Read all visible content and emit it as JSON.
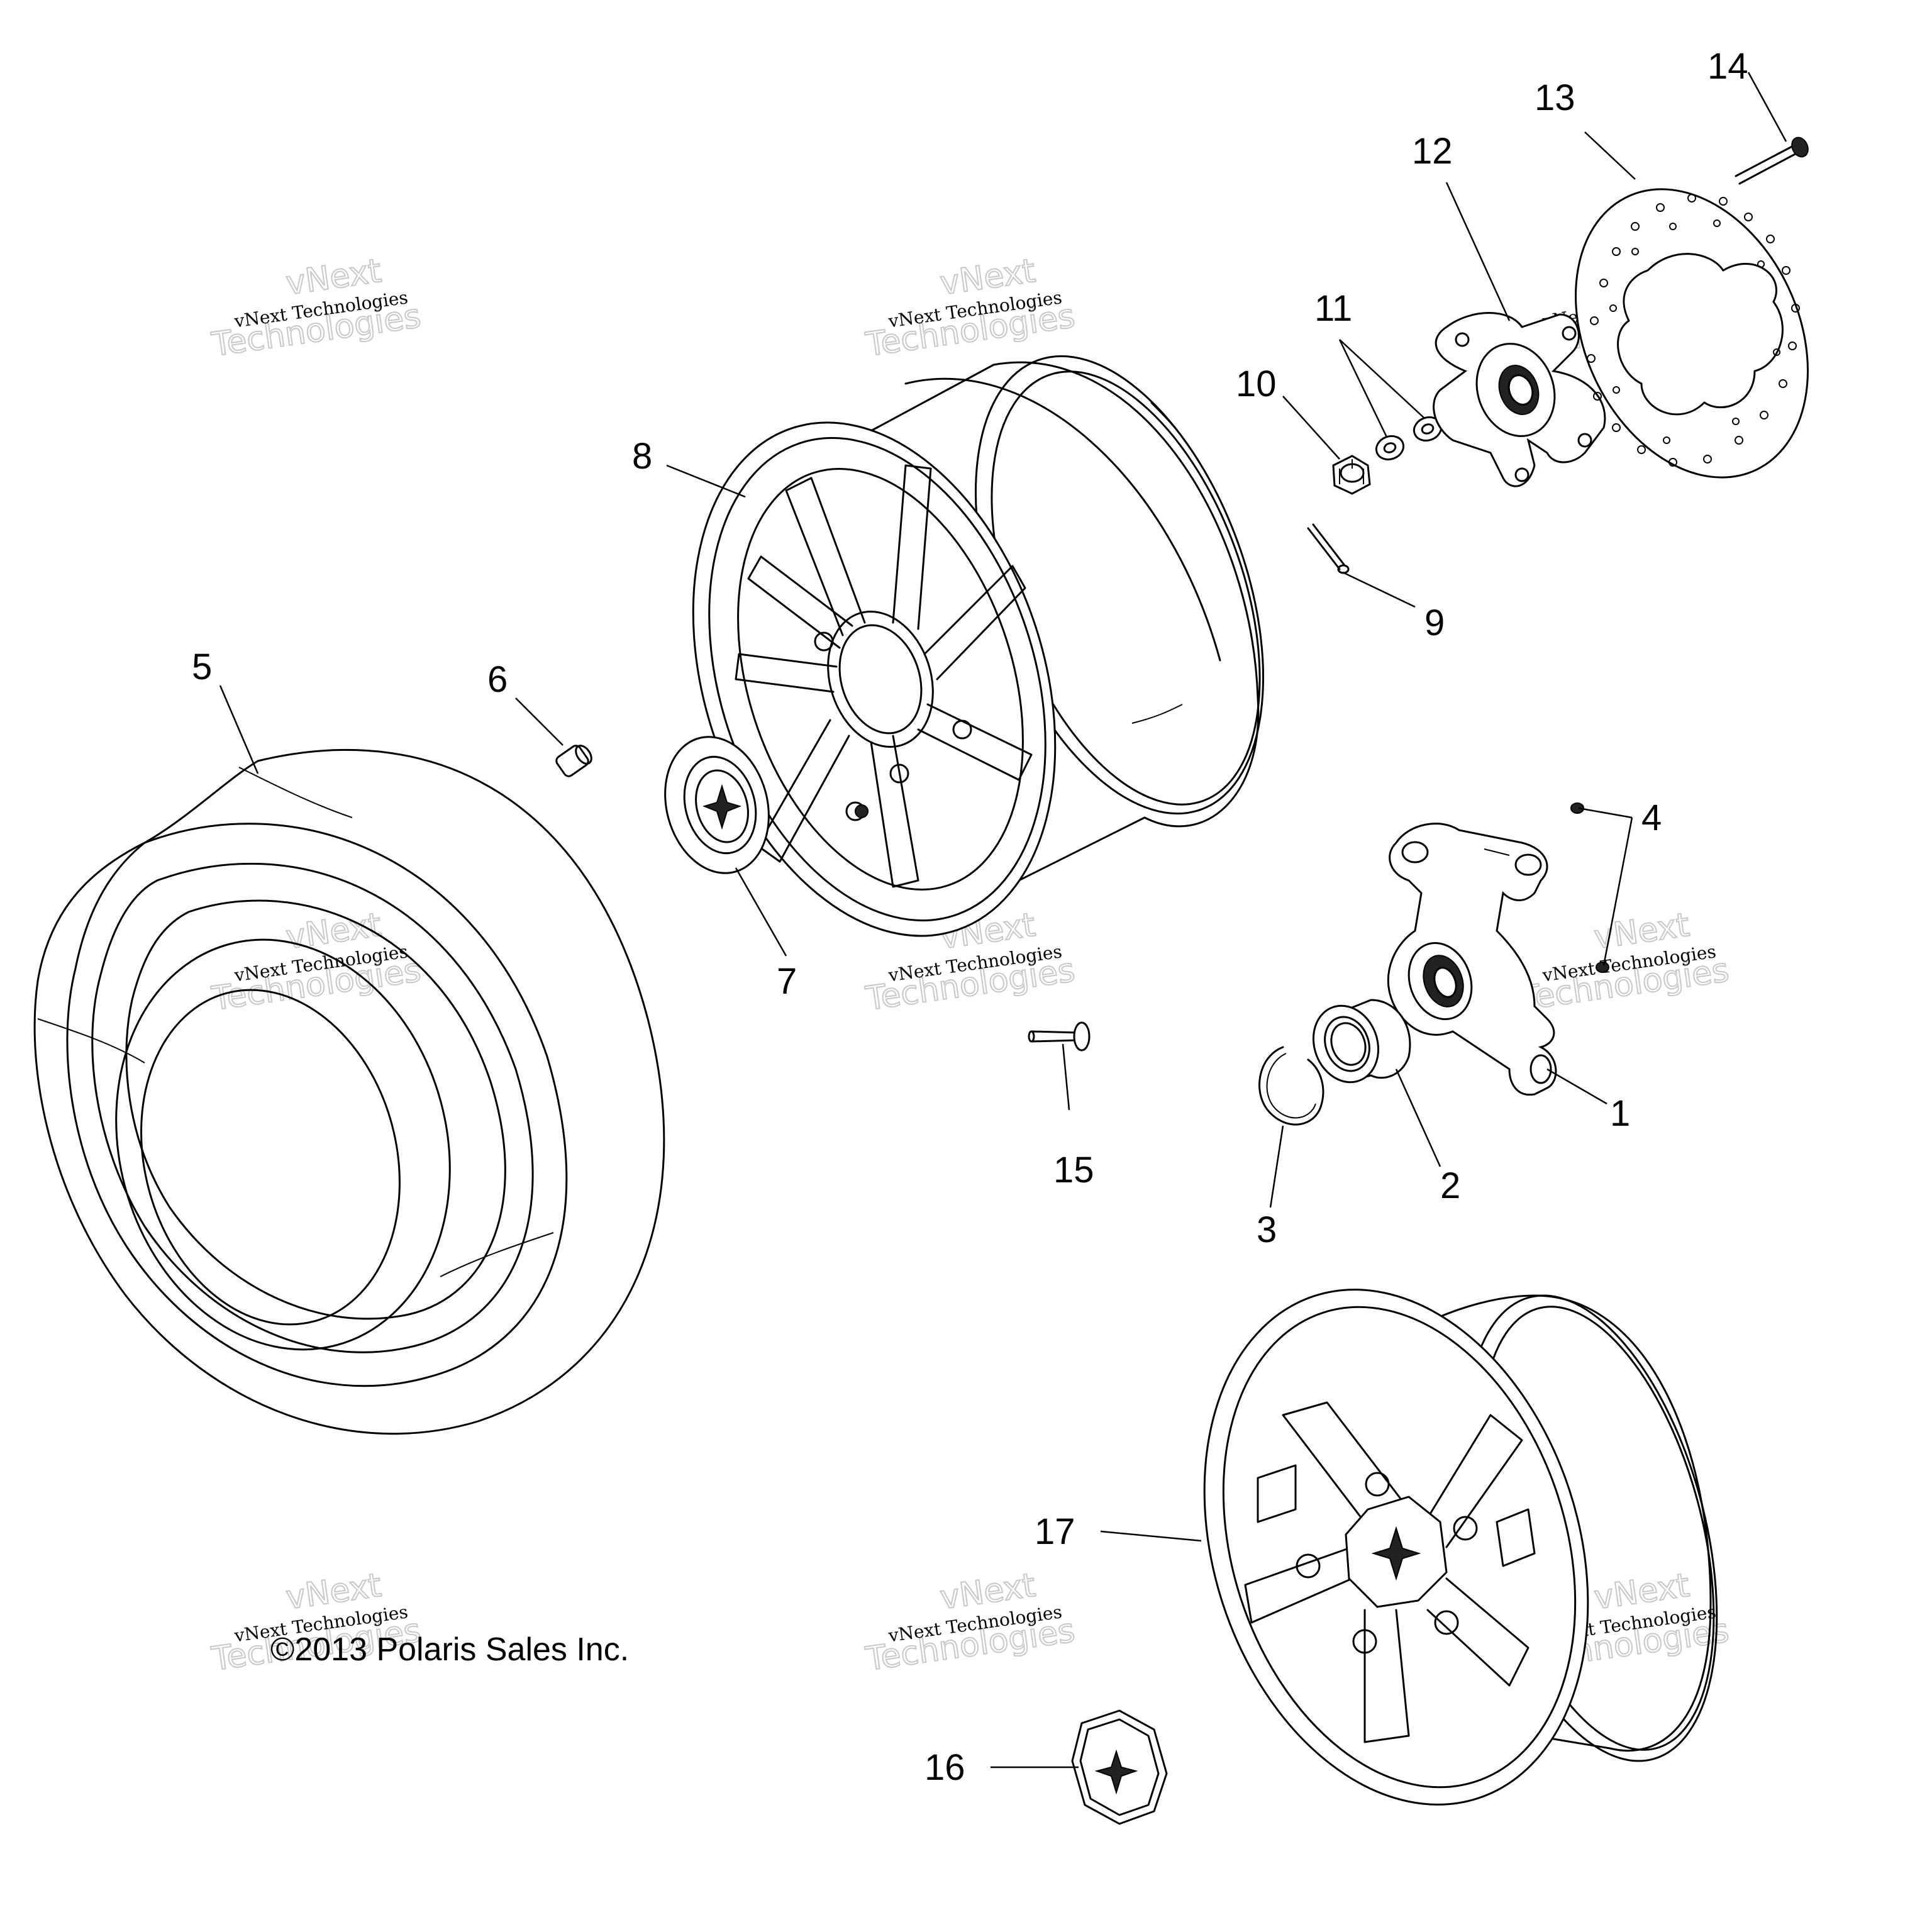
{
  "diagram": {
    "callouts": [
      "1",
      "2",
      "3",
      "4",
      "5",
      "6",
      "7",
      "8",
      "9",
      "10",
      "11",
      "12",
      "13",
      "14",
      "15",
      "16",
      "17"
    ],
    "copyright": "©2013 Polaris Sales Inc.",
    "watermark": {
      "line1": "vNext Technologies",
      "line2": "Technologies",
      "line3": "vNext"
    }
  }
}
